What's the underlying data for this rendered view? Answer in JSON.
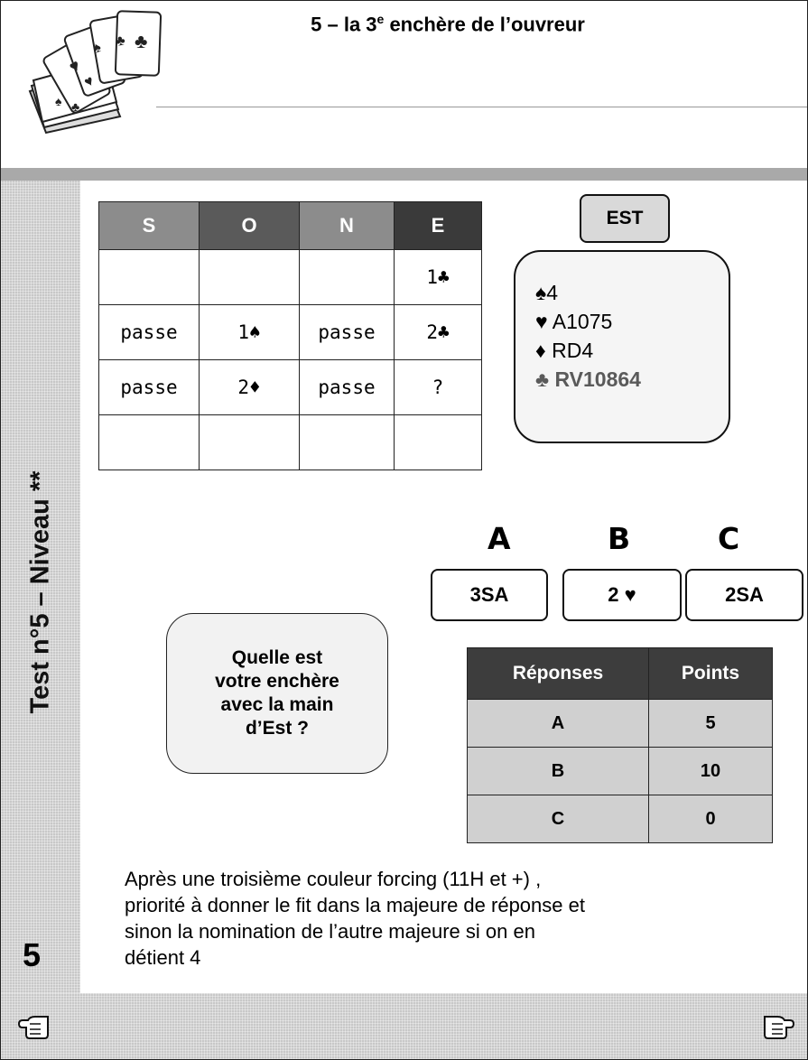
{
  "header": {
    "title_main": "5 – la 3",
    "title_sup": "e",
    "title_rest": " enchère de l’ouvreur"
  },
  "sidebar": {
    "test_label": "Test n°5 – Niveau **",
    "page_number": "5"
  },
  "bidding": {
    "headers": [
      "S",
      "O",
      "N",
      "E"
    ],
    "rows": [
      [
        "",
        "",
        "",
        "1♣"
      ],
      [
        "passe",
        "1♠",
        "passe",
        "2♣"
      ],
      [
        "passe",
        "2♦",
        "passe",
        "?"
      ],
      [
        "",
        "",
        "",
        ""
      ]
    ]
  },
  "east": {
    "label": "EST",
    "spades": "♠4",
    "hearts": "♥ A1075",
    "diamonds": "♦ RD4",
    "clubs": "♣ RV10864"
  },
  "options": [
    {
      "letter": "A",
      "bid": "3SA"
    },
    {
      "letter": "B",
      "bid": "2 ♥"
    },
    {
      "letter": "C",
      "bid": "2SA"
    }
  ],
  "question": {
    "lines": [
      "Quelle est",
      "votre enchère",
      "avec la main",
      "d’Est ?"
    ]
  },
  "scoring": {
    "headers": [
      "Réponses",
      "Points"
    ],
    "rows": [
      [
        "A",
        "5"
      ],
      [
        "B",
        "10"
      ],
      [
        "C",
        "0"
      ]
    ]
  },
  "explanation": {
    "lines": [
      "Après une troisième couleur forcing (11H et +) ,",
      "priorité à donner le fit dans la majeure de réponse et",
      "sinon la nomination de l’autre majeure si on en",
      "détient 4"
    ]
  },
  "colors": {
    "band": "#a9a9a9",
    "header_dark": "#3a3a3a",
    "header_mid": "#5a5a5a",
    "header_light": "#8c8c8c",
    "cell_gray": "#d0d0d0"
  }
}
